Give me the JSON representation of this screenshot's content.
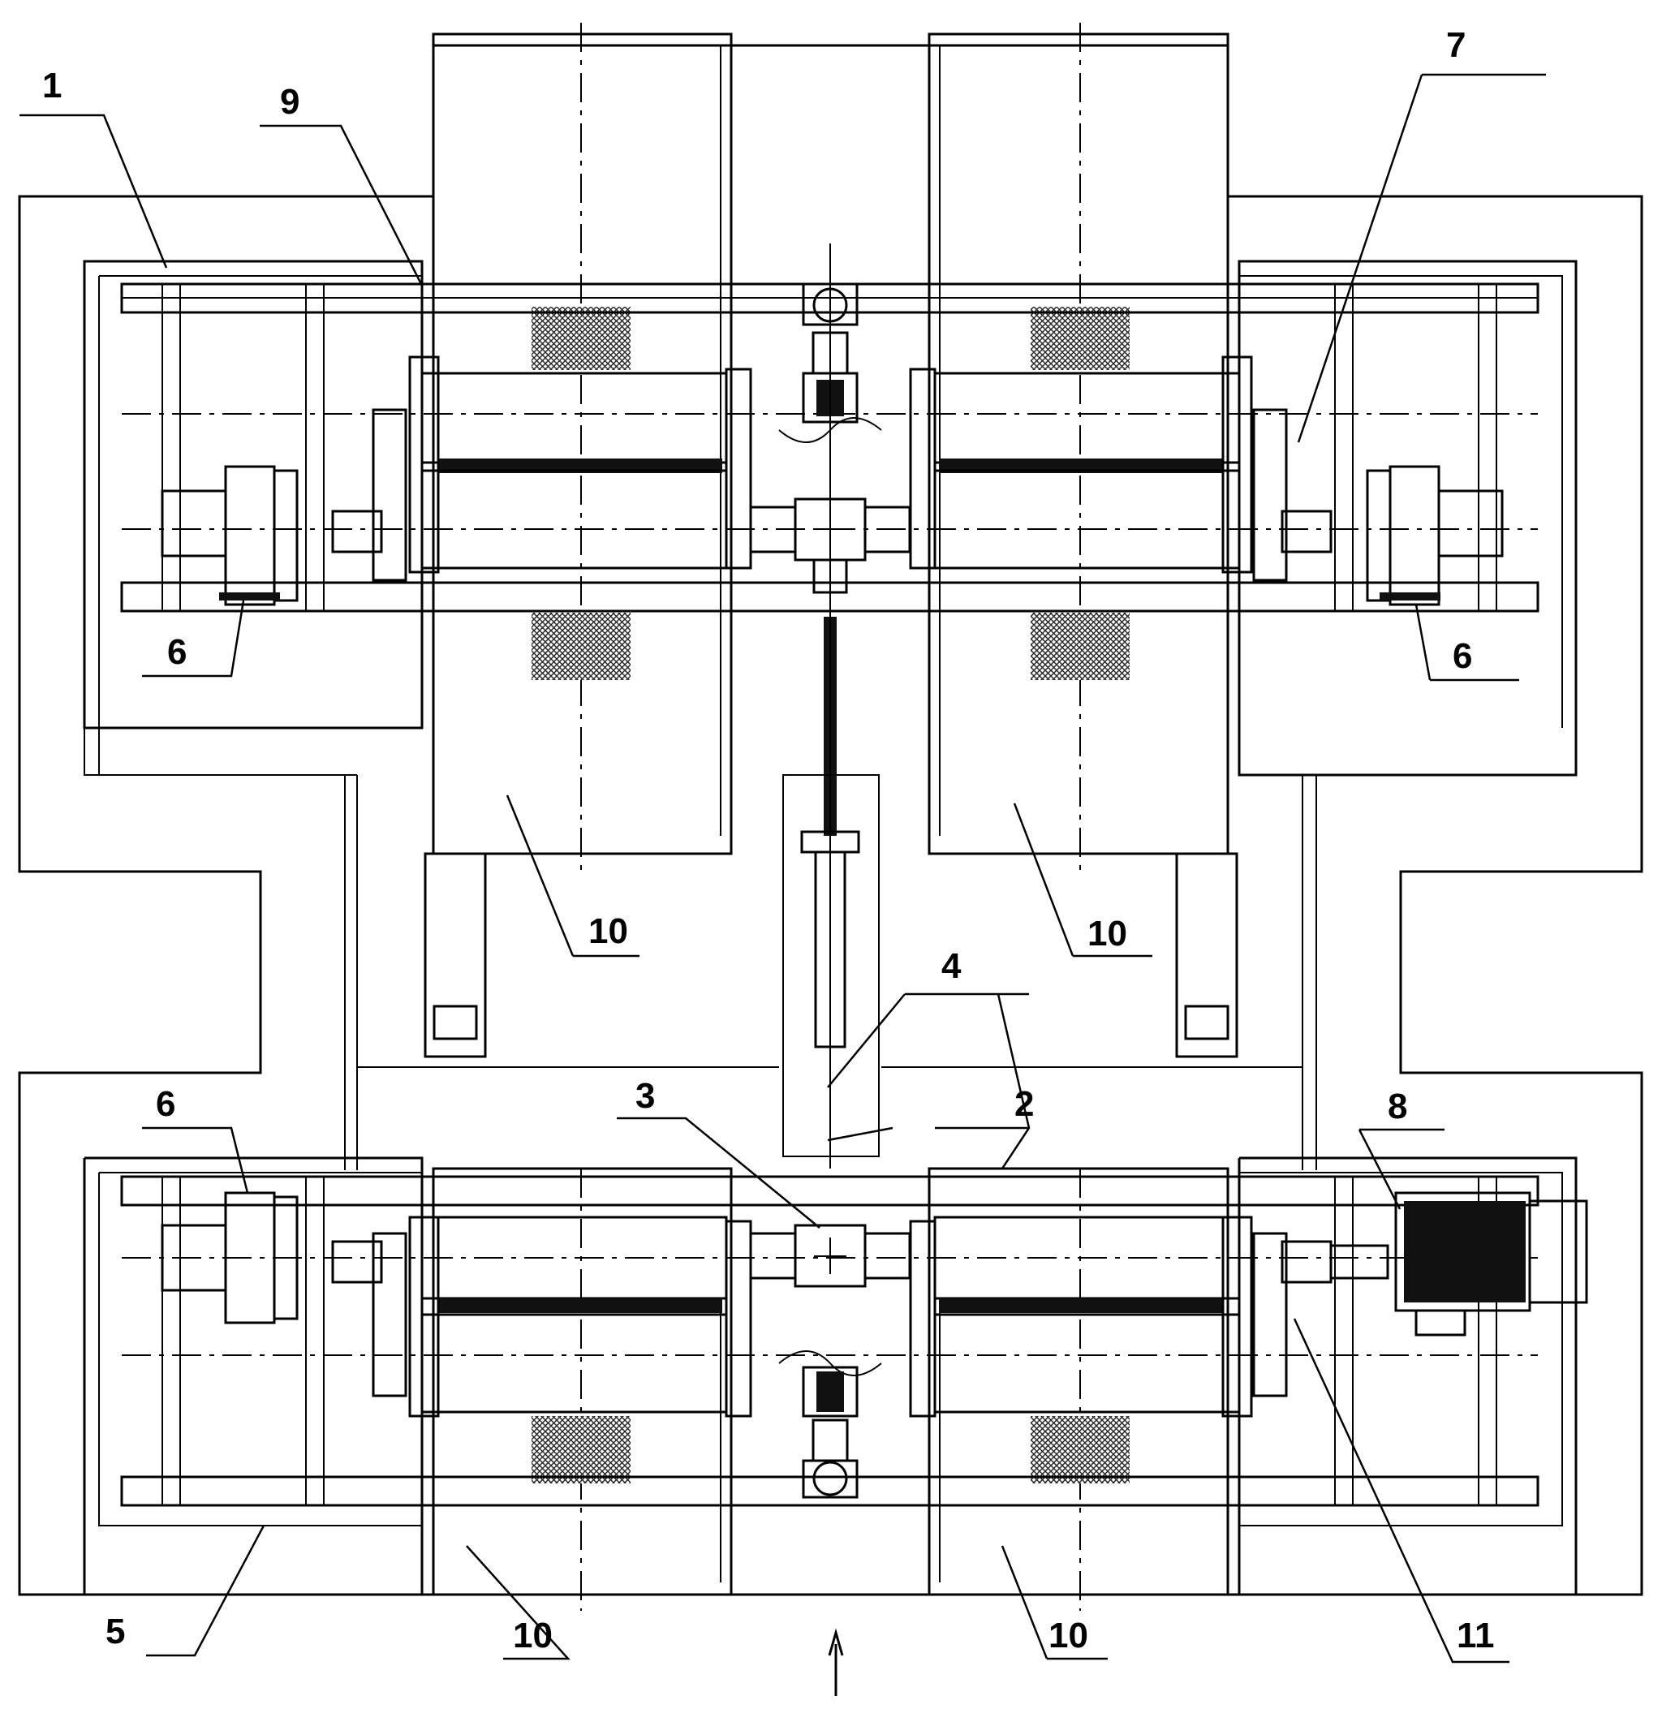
{
  "labels": {
    "l1": "1",
    "l2": "2",
    "l3": "3",
    "l4": "4",
    "l5": "5",
    "l6a": "6",
    "l6b": "6",
    "l6c": "6",
    "l7": "7",
    "l8": "8",
    "l9": "9",
    "l10a": "10",
    "l10b": "10",
    "l10c": "10",
    "l10d": "10",
    "l11": "11"
  }
}
